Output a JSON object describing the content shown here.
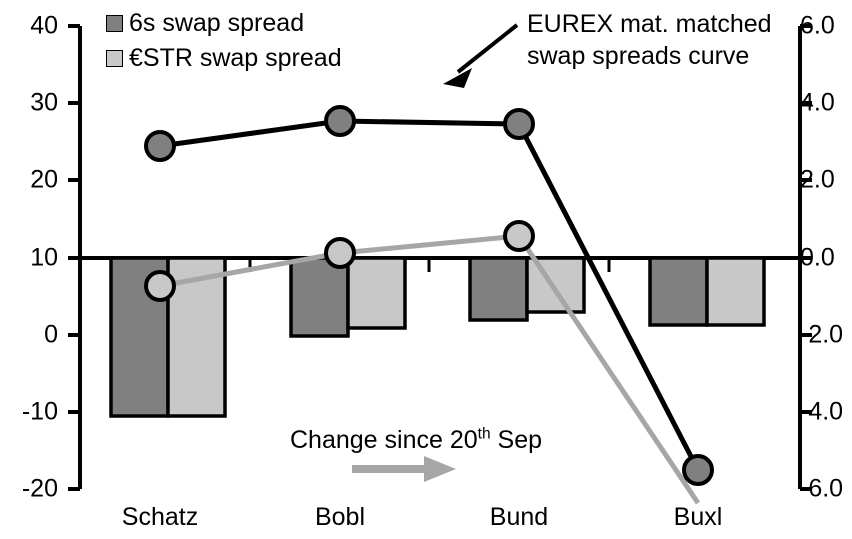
{
  "chart_data": {
    "type": "bar",
    "title": "",
    "subtitle": "",
    "xlabel": "",
    "categories": [
      "Schatz",
      "Bobl",
      "Bund",
      "Buxl"
    ],
    "grid": false,
    "legend_position": "top-left",
    "axes": {
      "left": {
        "label": "",
        "ticks": [
          "40",
          "30",
          "20",
          "10",
          "0",
          "-10",
          "-20"
        ],
        "tick_values": [
          40,
          30,
          20,
          10,
          0,
          -10,
          -20
        ],
        "ylim": [
          -20,
          40
        ]
      },
      "right": {
        "label": "",
        "ticks": [
          "6.0",
          "4.0",
          "2.0",
          "0.0",
          "-2.0",
          "-4.0",
          "-6.0"
        ],
        "tick_values": [
          6.0,
          4.0,
          2.0,
          0.0,
          -2.0,
          -4.0,
          -6.0
        ],
        "ylim": [
          -6.0,
          6.0
        ]
      }
    },
    "series": [
      {
        "name": "6s swap spread",
        "kind": "bar",
        "axis": "right",
        "color": "#808080",
        "values": [
          -4.1,
          -1.95,
          -1.5,
          -1.15
        ]
      },
      {
        "name": "€STR swap spread",
        "kind": "bar",
        "axis": "right",
        "color": "#c8c8c8",
        "values": [
          -4.1,
          -1.8,
          -1.35,
          -1.15
        ]
      },
      {
        "name": "EUREX mat. matched swap spreads curve",
        "kind": "line",
        "axis": "left",
        "color": "#000000",
        "marker_color": "#808080",
        "values": [
          24.5,
          28.0,
          27.4,
          -18.0
        ]
      },
      {
        "name": "Change since 20th Sep",
        "kind": "line",
        "axis": "left",
        "color": "#a6a6a6",
        "marker_color": "#c8c8c8",
        "values": [
          6.1,
          10.5,
          12.8,
          -24.0
        ]
      }
    ]
  },
  "legend": {
    "items": [
      {
        "label": "6s swap spread",
        "color": "#808080"
      },
      {
        "label": "€STR swap spread",
        "color": "#c8c8c8"
      }
    ]
  },
  "annotations": {
    "curve_line1": "EUREX mat. matched",
    "curve_line2": "swap spreads curve",
    "change_prefix": "Change since 20",
    "change_sup": "th",
    "change_suffix": " Sep",
    "arrow_color": "#a6a6a6",
    "pointer_color": "#000000"
  },
  "y_left": {
    "t0": "40",
    "t1": "30",
    "t2": "20",
    "t3": "10",
    "t4": "0",
    "t5": "-10",
    "t6": "-20"
  },
  "y_right": {
    "t0": "6.0",
    "t1": "4.0",
    "t2": "2.0",
    "t3": "0.0",
    "t4": "-2.0",
    "t5": "-4.0",
    "t6": "-6.0"
  },
  "x_axis": {
    "c0": "Schatz",
    "c1": "Bobl",
    "c2": "Bund",
    "c3": "Buxl"
  },
  "colors": {
    "bar_dark": "#808080",
    "bar_light": "#c8c8c8",
    "line_dark": "#000000",
    "line_light": "#a6a6a6",
    "axis": "#000000"
  }
}
